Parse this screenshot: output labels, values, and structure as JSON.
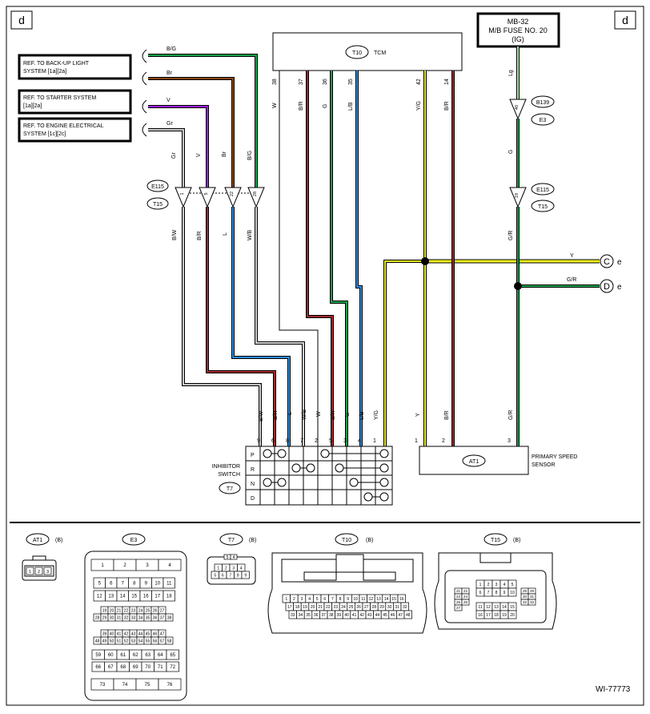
{
  "corner": {
    "left": "d",
    "right": "d"
  },
  "fuse": {
    "line1": "MB-32",
    "line2": "M/B FUSE NO. 20",
    "line3": "(IG)"
  },
  "tcm": {
    "id": "T10",
    "name": "TCM",
    "pins": [
      "38",
      "37",
      "36",
      "35",
      "42",
      "14"
    ],
    "wires": [
      "W",
      "B/R",
      "G",
      "L/B",
      "Y/G",
      "B/R"
    ]
  },
  "refs": [
    {
      "line1": "REF. TO BACK-UP LIGHT",
      "line2": "SYSTEM [1a][2a]"
    },
    {
      "line1": "REF. TO STARTER SYSTEM",
      "line2": "[1a][2a]"
    },
    {
      "line1": "REF. TO ENGINE ELECTRICAL",
      "line2": "SYSTEM [1c][2c]"
    }
  ],
  "ref_wires": [
    "B/G",
    "Br",
    "V",
    "Gr"
  ],
  "e115": {
    "id": "E115",
    "alt": "T15",
    "pins": [
      "1",
      "5",
      "22",
      "28"
    ],
    "upper_wires": [
      "Gr",
      "V",
      "Br",
      "B/G"
    ],
    "lower_wires": [
      "B/W",
      "B/R",
      "L",
      "W/B"
    ]
  },
  "right_conn": {
    "b139": "B139",
    "pin40": "40",
    "e3": "E3",
    "e115": "E115",
    "pin19": "19",
    "t15": "T15",
    "wire_lg": "Lg",
    "wire_g": "G",
    "wire_gr": "G/R"
  },
  "junctions": {
    "y_label": "Y",
    "gr_label": "G/R",
    "c_letter": "C",
    "d_letter": "D",
    "c_suffix": "e",
    "d_suffix": "e"
  },
  "inhibitor": {
    "title1": "INHIBITOR",
    "title2": "SWITCH",
    "id": "T7",
    "pins": [
      "9",
      "6",
      "8",
      "7",
      "2",
      "5",
      "3",
      "4",
      "1"
    ],
    "wires": [
      "B/W",
      "B/R",
      "L",
      "W/B",
      "W",
      "B/R",
      "G",
      "L/B",
      "Y/G"
    ],
    "positions": [
      "P",
      "R",
      "N",
      "D"
    ]
  },
  "sensor": {
    "id": "AT1",
    "title1": "PRIMARY SPEED",
    "title2": "SENSOR",
    "pins": [
      "1",
      "2",
      "3"
    ],
    "wires": [
      "Y",
      "B/R",
      "G/R"
    ]
  },
  "connectors": [
    {
      "id": "AT1",
      "suffix": "(B)"
    },
    {
      "id": "E3",
      "suffix": ""
    },
    {
      "id": "T7",
      "suffix": "(B)"
    },
    {
      "id": "T10",
      "suffix": "(B)"
    },
    {
      "id": "T15",
      "suffix": "(B)"
    }
  ],
  "at1_pins": [
    "1",
    "2",
    "3"
  ],
  "e3_rows": [
    [
      "1",
      "2",
      "3",
      "4"
    ],
    [
      "5",
      "6",
      "7",
      "8",
      "9",
      "10",
      "11"
    ],
    [
      "12",
      "13",
      "14",
      "15",
      "16",
      "17",
      "18"
    ],
    [
      "19",
      "20",
      "21",
      "22",
      "23",
      "24",
      "25",
      "26",
      "27"
    ],
    [
      "28",
      "29",
      "30",
      "31",
      "32",
      "33",
      "34",
      "35",
      "36",
      "37",
      "38"
    ],
    [
      "39",
      "40",
      "41",
      "42",
      "43",
      "44",
      "45",
      "46",
      "47"
    ],
    [
      "48",
      "49",
      "50",
      "51",
      "52",
      "53",
      "54",
      "55",
      "56",
      "57",
      "58"
    ],
    [
      "59",
      "60",
      "61",
      "62",
      "63",
      "64",
      "65"
    ],
    [
      "66",
      "67",
      "68",
      "69",
      "70",
      "71",
      "72"
    ],
    [
      "73",
      "74",
      "75",
      "76"
    ]
  ],
  "t7_rows": [
    [
      "5",
      "4"
    ],
    [
      "1",
      "2",
      "3",
      "4"
    ],
    [
      "5",
      "6",
      "7",
      "8",
      "9"
    ]
  ],
  "t10_rows": [
    [
      "1",
      "2",
      "3",
      "4",
      "5",
      "6",
      "7",
      "8",
      "9",
      "10",
      "11",
      "12",
      "13",
      "14",
      "15",
      "16"
    ],
    [
      "17",
      "18",
      "19",
      "20",
      "21",
      "22",
      "23",
      "24",
      "25",
      "26",
      "27",
      "28",
      "29",
      "30",
      "31",
      "32"
    ],
    [
      "33",
      "34",
      "35",
      "36",
      "37",
      "38",
      "39",
      "40",
      "41",
      "42",
      "43",
      "44",
      "45",
      "46",
      "47",
      "48"
    ]
  ],
  "t15_center": [
    [
      "1",
      "2",
      "3",
      "4",
      "5"
    ],
    [
      "6",
      "7",
      "8",
      "9",
      "10"
    ],
    [
      "11",
      "12",
      "13",
      "14",
      "15"
    ],
    [
      "16",
      "17",
      "18",
      "19",
      "20"
    ]
  ],
  "t15_left": [
    "21",
    "22",
    "23",
    "24",
    "25",
    "26",
    "27"
  ],
  "t15_right": [
    "28",
    "29",
    "30",
    "31",
    "32",
    "33"
  ],
  "footer": "WI-77773"
}
